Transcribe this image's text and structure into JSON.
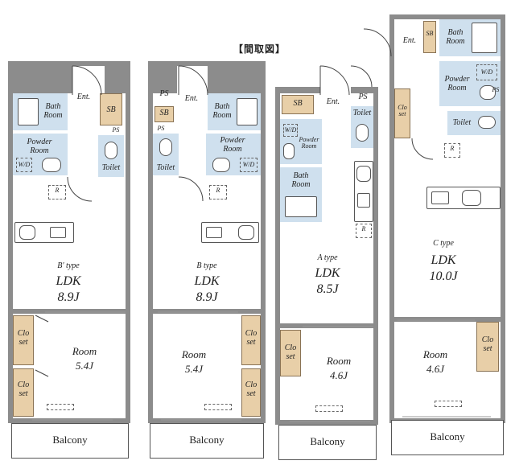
{
  "header": {
    "title": "【間取図】"
  },
  "units": [
    {
      "id": "b-prime",
      "type_label": "B' type",
      "ldk_label": "LDK",
      "ldk_size": "8.9J",
      "room_label": "Room",
      "room_size": "5.4J",
      "bath_label": "Bath\nRoom",
      "powder_label": "Powder\nRoom",
      "entrance_label": "Ent.",
      "sb_label": "SB",
      "ps_label": "PS",
      "toilet_label": "Toilet",
      "wd_label": "W/D",
      "r_label": "R",
      "closet_label": "Clo\nset",
      "balcony_label": "Balcony"
    },
    {
      "id": "b",
      "type_label": "B type",
      "ldk_label": "LDK",
      "ldk_size": "8.9J",
      "room_label": "Room",
      "room_size": "5.4J",
      "bath_label": "Bath\nRoom",
      "powder_label": "Powder\nRoom",
      "entrance_label": "Ent.",
      "sb_label": "SB",
      "ps_label": "PS",
      "ps_label_2": "PS",
      "toilet_label": "Toilet",
      "wd_label": "W/D",
      "r_label": "R",
      "closet_label": "Clo\nset",
      "balcony_label": "Balcony"
    },
    {
      "id": "a",
      "type_label": "A type",
      "ldk_label": "LDK",
      "ldk_size": "8.5J",
      "room_label": "Room",
      "room_size": "4.6J",
      "bath_label": "Bath\nRoom",
      "powder_label": "Powder\nRoom",
      "entrance_label": "Ent.",
      "sb_label": "SB",
      "ps_label": "PS",
      "toilet_label": "Toilet",
      "wd_label": "W/D",
      "r_label": "R",
      "closet_label": "Clo\nset",
      "balcony_label": "Balcony"
    },
    {
      "id": "c",
      "type_label": "C type",
      "ldk_label": "LDK",
      "ldk_size": "10.0J",
      "room_label": "Room",
      "room_size": "4.6J",
      "bath_label": "Bath\nRoom",
      "powder_label": "Powder\nRoom",
      "entrance_label": "Ent.",
      "sb_label": "SB",
      "ps_label": "PS",
      "toilet_label": "Toilet",
      "wd_label": "W/D",
      "r_label": "R",
      "closet_label": "Clo\nset",
      "closet_label_2": "Clo\nset",
      "balcony_label": "Balcony"
    }
  ],
  "colors": {
    "wall": "#8c8c8c",
    "bath": "#cfe0ee",
    "closet": "#e8cfa8"
  }
}
